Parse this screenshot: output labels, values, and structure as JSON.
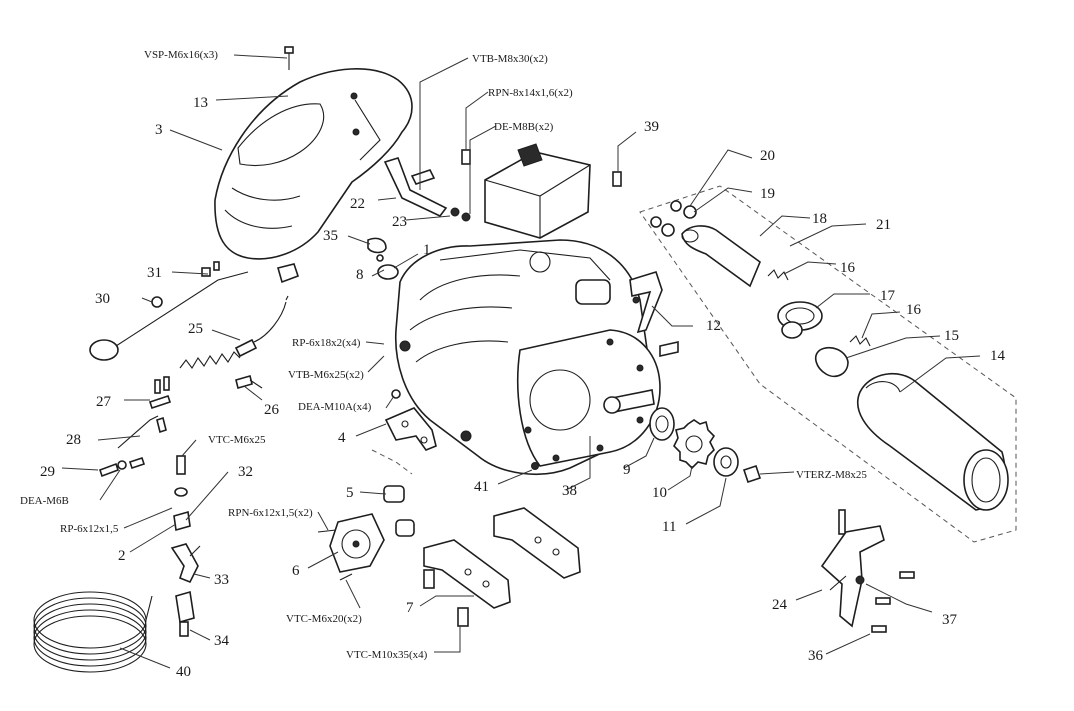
{
  "callouts": {
    "n1": "1",
    "n2": "2",
    "n3": "3",
    "n4": "4",
    "n5": "5",
    "n6": "6",
    "n7": "7",
    "n8": "8",
    "n9": "9",
    "n10": "10",
    "n11": "11",
    "n12": "12",
    "n13": "13",
    "n14": "14",
    "n15": "15",
    "n16a": "16",
    "n16b": "16",
    "n17": "17",
    "n18": "18",
    "n19": "19",
    "n20": "20",
    "n21": "21",
    "n22": "22",
    "n23": "23",
    "n24": "24",
    "n25": "25",
    "n26": "26",
    "n27": "27",
    "n28": "28",
    "n29": "29",
    "n30": "30",
    "n31": "31",
    "n32": "32",
    "n33": "33",
    "n34": "34",
    "n35": "35",
    "n36": "36",
    "n37": "37",
    "n38": "38",
    "n39": "39",
    "n40": "40",
    "n41": "41"
  },
  "hardware": {
    "vsp_m6x16": "VSP-M6x16(x3)",
    "vtb_m8x30": "VTB-M8x30(x2)",
    "rpn_8x14": "RPN-8x14x1,6(x2)",
    "de_m8b": "DE-M8B(x2)",
    "rp_6x18": "RP-6x18x2(x4)",
    "vtb_m6x25": "VTB-M6x25(x2)",
    "dea_m10a": "DEA-M10A(x4)",
    "vtc_m6x25": "VTC-M6x25",
    "dea_m6b": "DEA-M6B",
    "rp_6x12": "RP-6x12x1,5",
    "rpn_6x12": "RPN-6x12x1,5(x2)",
    "vtc_m6x20": "VTC-M6x20(x2)",
    "vtc_m10x35": "VTC-M10x35(x4)",
    "vterz_m8x25": "VTERZ-M8x25"
  }
}
